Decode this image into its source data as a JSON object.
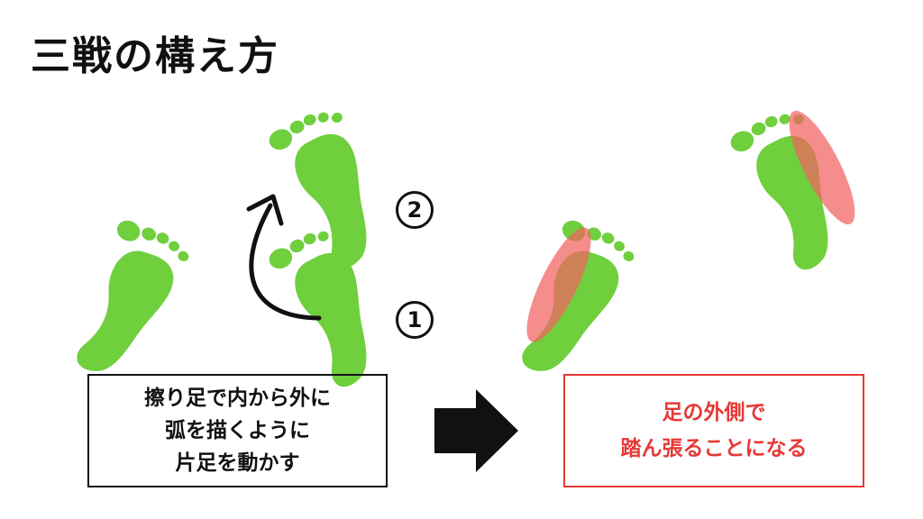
{
  "title": "三戦の構え方",
  "steps": {
    "one": "1",
    "two": "2"
  },
  "left_box": {
    "lines": [
      "擦り足で内から外に",
      "弧を描くように",
      "片足を動かす"
    ]
  },
  "right_box": {
    "lines": [
      "足の外側で",
      "踏ん張ることになる"
    ]
  },
  "colors": {
    "foot": "#6fcf3d",
    "highlight": "#f26161",
    "accent_text": "#e53935",
    "arrow": "#111111"
  }
}
